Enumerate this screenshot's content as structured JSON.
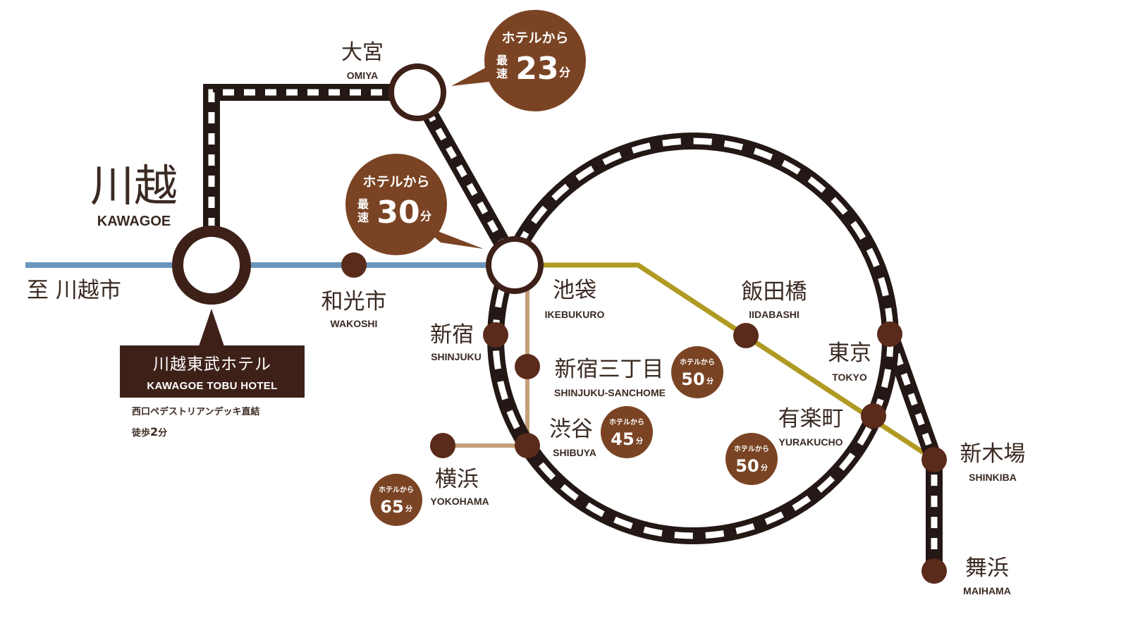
{
  "colors": {
    "brown": "#7a4424",
    "dark_brown": "#3d2119",
    "station_dot": "#5a2a1a",
    "line_black": "#231815",
    "tojo_blue": "#6a96bd",
    "yurakucho_gold": "#b09a22",
    "fukutoshin_tan": "#c49f78"
  },
  "origin": {
    "name_ja": "川越",
    "name_en": "KAWAGOE",
    "direction": "至 川越市"
  },
  "hotel": {
    "name_ja": "川越東武ホテル",
    "name_en": "KAWAGOE TOBU HOTEL",
    "note1": "西口ペデストリアンデッキ直結",
    "note2_prefix": "徒歩",
    "note2_num": "2",
    "note2_unit": "分"
  },
  "stations": {
    "omiya": {
      "ja": "大宮",
      "en": "OMIYA"
    },
    "wakoshi": {
      "ja": "和光市",
      "en": "WAKOSHI"
    },
    "ikebukuro": {
      "ja": "池袋",
      "en": "IKEBUKURO"
    },
    "shinjuku": {
      "ja": "新宿",
      "en": "SHINJUKU"
    },
    "shinjuku_sanchome": {
      "ja": "新宿三丁目",
      "en": "SHINJUKU-SANCHOME"
    },
    "shibuya": {
      "ja": "渋谷",
      "en": "SHIBUYA"
    },
    "yokohama": {
      "ja": "横浜",
      "en": "YOKOHAMA"
    },
    "iidabashi": {
      "ja": "飯田橋",
      "en": "IIDABASHI"
    },
    "tokyo": {
      "ja": "東京",
      "en": "TOKYO"
    },
    "yurakucho": {
      "ja": "有楽町",
      "en": "YURAKUCHO"
    },
    "shinkiba": {
      "ja": "新木場",
      "en": "SHINKIBA"
    },
    "maihama": {
      "ja": "舞浜",
      "en": "MAIHAMA"
    }
  },
  "bubbles": {
    "omiya": {
      "top": "ホテルから",
      "fast1": "最",
      "fast2": "速",
      "minutes": "23",
      "unit": "分"
    },
    "ikebukuro": {
      "top": "ホテルから",
      "fast1": "最",
      "fast2": "速",
      "minutes": "30",
      "unit": "分"
    },
    "shinjuku_sanchome": {
      "top": "ホテルから",
      "minutes": "50",
      "unit": "分"
    },
    "shibuya": {
      "top": "ホテルから",
      "minutes": "45",
      "unit": "分"
    },
    "yurakucho": {
      "top": "ホテルから",
      "minutes": "50",
      "unit": "分"
    },
    "yokohama": {
      "top": "ホテルから",
      "minutes": "65",
      "unit": "分"
    }
  }
}
